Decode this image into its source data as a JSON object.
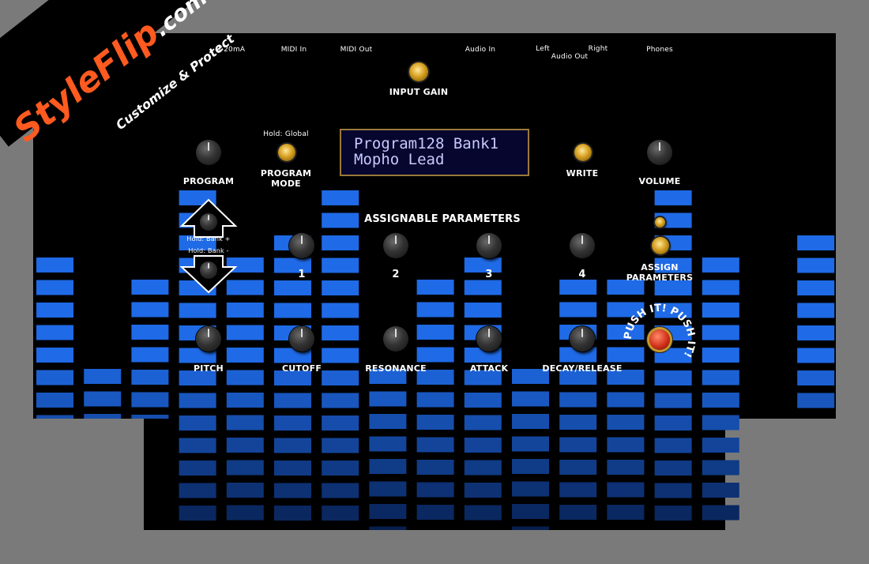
{
  "connectors": {
    "cv": "0-20mA",
    "midi_in": "MIDI In",
    "midi_out": "MIDI Out",
    "audio_in": "Audio In",
    "left": "Left",
    "audio_out": "Audio Out",
    "right": "Right",
    "phones": "Phones"
  },
  "labels": {
    "input_gain": "INPUT GAIN",
    "hold_global": "Hold: Global",
    "program": "PROGRAM",
    "program_mode_1": "PROGRAM",
    "program_mode_2": "MODE",
    "write": "WRITE",
    "volume": "VOLUME",
    "assignable": "ASSIGNABLE PARAMETERS",
    "hold_bank_plus": "Hold: Bank +",
    "hold_bank_minus": "Hold: Bank -",
    "p1": "1",
    "p2": "2",
    "p3": "3",
    "p4": "4",
    "assign_1": "ASSIGN",
    "assign_2": "PARAMETERS",
    "pitch": "PITCH",
    "cutoff": "CUTOFF",
    "resonance": "RESONANCE",
    "attack": "ATTACK",
    "decay_release": "DECAY/RELEASE",
    "push": "PUSH IT! PUSH IT!"
  },
  "lcd": {
    "line1": "Program128 Bank1",
    "line2": "Mopho Lead"
  },
  "logo": {
    "brand": "StyleFlip",
    "domain": ".com",
    "tagline": "Customize & Protect"
  },
  "colors": {
    "bar": "#1f6ae6",
    "bar_dark": "#0b2d78",
    "accent": "#ff5a1f",
    "panel": "#000000",
    "lcd_bg": "#06062e",
    "lcd_text": "#c8c8ff"
  }
}
